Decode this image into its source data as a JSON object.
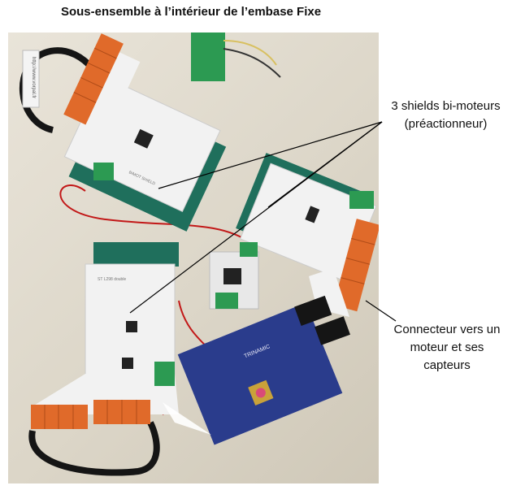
{
  "title": "Sous-ensemble à l’intérieur de l’embase Fixe",
  "callouts": {
    "shields_line1": "3 shields bi-moteurs",
    "shields_line2": "(préactionneur)",
    "connector_line1": "Connecteur vers un",
    "connector_line2": "moteur et ses",
    "connector_line3": "capteurs"
  },
  "photo": {
    "sticker_text": "http://www.vorpal.fr",
    "board_text_1": "ST L298 double",
    "board_text_2": "BIMOT SHIELD",
    "board_text_3": "TRINAMIC"
  },
  "colors": {
    "table": "#dcd6c8",
    "board_white": "#f2f2f2",
    "arduino_green": "#1f6f5c",
    "connector_orange": "#e06a2a",
    "terminal_green": "#2c9a52",
    "blue_board": "#2a3c8c",
    "cable_black": "#151515",
    "wire_red": "#c21818"
  }
}
